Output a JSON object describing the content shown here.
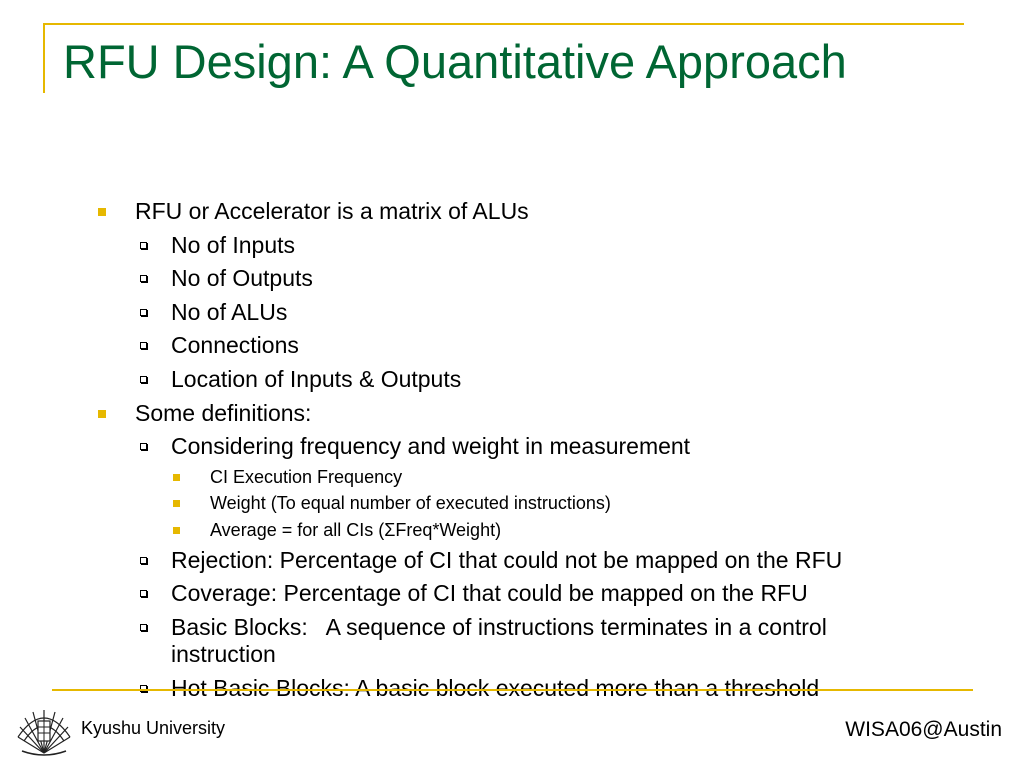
{
  "slide": {
    "title": "RFU Design: A Quantitative Approach",
    "bullets": [
      {
        "level": 1,
        "text": "RFU or Accelerator is a matrix of ALUs"
      },
      {
        "level": 2,
        "text": "No of Inputs"
      },
      {
        "level": 2,
        "text": "No of Outputs"
      },
      {
        "level": 2,
        "text": "No of ALUs"
      },
      {
        "level": 2,
        "text": "Connections"
      },
      {
        "level": 2,
        "text": "Location of Inputs & Outputs"
      },
      {
        "level": 1,
        "text": "Some definitions:"
      },
      {
        "level": 2,
        "text": "Considering frequency and weight in measurement"
      },
      {
        "level": 3,
        "text": "CI Execution Frequency"
      },
      {
        "level": 3,
        "text": "Weight (To equal number of executed instructions)"
      },
      {
        "level": 3,
        "text": "Average = for all CIs (ΣFreq*Weight)"
      },
      {
        "level": 2,
        "text": "Rejection: Percentage of CI that could not be mapped on the RFU"
      },
      {
        "level": 2,
        "text": "Coverage: Percentage of CI that could be mapped on the RFU"
      },
      {
        "level": 2,
        "text": "Basic Blocks:   A sequence of instructions terminates in a control",
        "continuation": "instruction"
      },
      {
        "level": 2,
        "text": "Hot Basic Blocks: A basic block executed more than a threshold"
      }
    ]
  },
  "footer": {
    "left": "Kyushu University",
    "right": "WISA06@Austin",
    "logo_icon": "kyushu-university-emblem-icon"
  },
  "colors": {
    "title": "#006633",
    "accent": "#e6b800",
    "text": "#000000"
  }
}
